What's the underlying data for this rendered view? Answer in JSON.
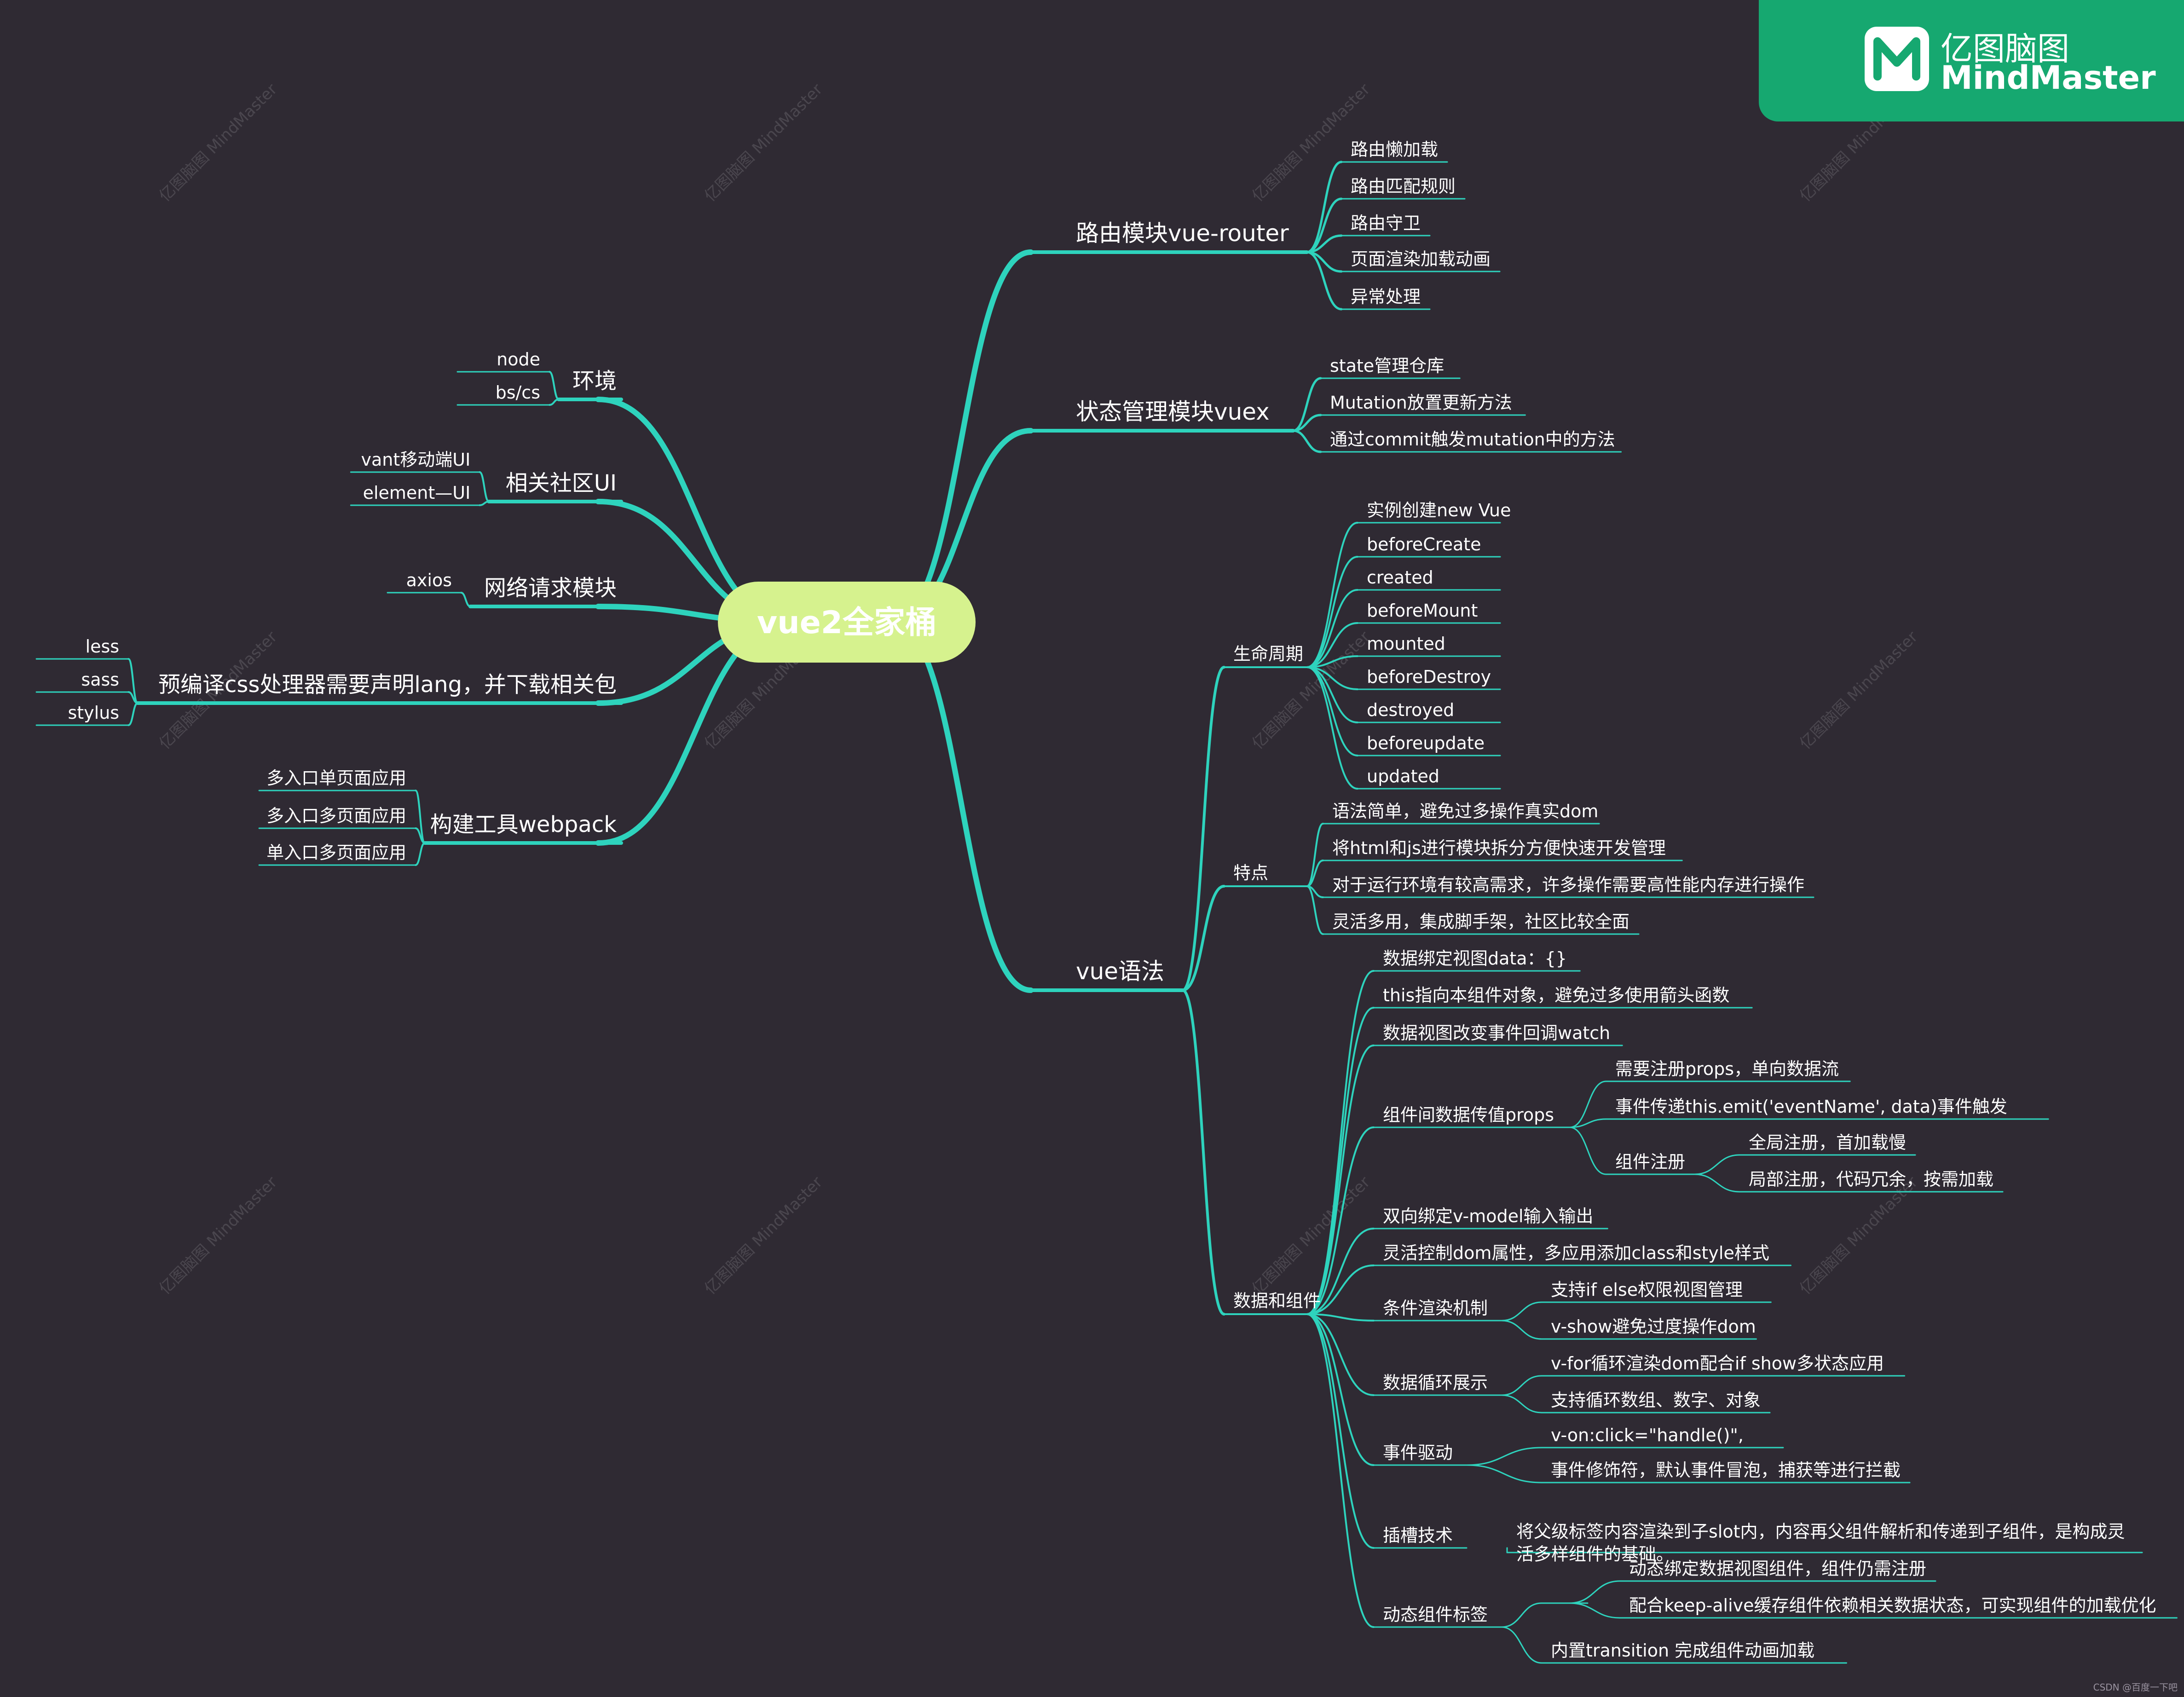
{
  "brand": {
    "title": "亿图脑图",
    "subtitle": "MindMaster",
    "color": "#16a870"
  },
  "watermark": "亿图脑图 MindMaster",
  "credit": "CSDN @百度一下吧",
  "colors": {
    "background": "#2f2a33",
    "branch": "#2ed3bd",
    "root_fill": "#d6f28e",
    "root_text": "#1e1b22",
    "text": "#ffffff"
  },
  "mindmap": {
    "root": "vue2全家桶",
    "right": [
      {
        "label": "路由模块vue-router",
        "children": [
          {
            "label": "路由懒加载"
          },
          {
            "label": "路由匹配规则"
          },
          {
            "label": "路由守卫"
          },
          {
            "label": "页面渲染加载动画"
          },
          {
            "label": "异常处理"
          }
        ]
      },
      {
        "label": "状态管理模块vuex",
        "children": [
          {
            "label": "state管理仓库"
          },
          {
            "label": "Mutation放置更新方法"
          },
          {
            "label": "通过commit触发mutation中的方法"
          }
        ]
      },
      {
        "label": "vue语法",
        "children": [
          {
            "label": "生命周期",
            "children": [
              {
                "label": "实例创建new Vue"
              },
              {
                "label": "beforeCreate"
              },
              {
                "label": "created"
              },
              {
                "label": "beforeMount"
              },
              {
                "label": "mounted"
              },
              {
                "label": "beforeDestroy"
              },
              {
                "label": "destroyed"
              },
              {
                "label": "beforeupdate"
              },
              {
                "label": "updated"
              }
            ]
          },
          {
            "label": "特点",
            "children": [
              {
                "label": "语法简单，避免过多操作真实dom"
              },
              {
                "label": "将html和js进行模块拆分方便快速开发管理"
              },
              {
                "label": "对于运行环境有较高需求，许多操作需要高性能内存进行操作"
              },
              {
                "label": "灵活多用，集成脚手架，社区比较全面"
              }
            ]
          },
          {
            "label": "数据和组件",
            "children": [
              {
                "label": "数据绑定视图data：{}"
              },
              {
                "label": "this指向本组件对象，避免过多使用箭头函数"
              },
              {
                "label": "数据视图改变事件回调watch"
              },
              {
                "label": "组件间数据传值props",
                "children": [
                  {
                    "label": "需要注册props，单向数据流"
                  },
                  {
                    "label": "事件传递this.emit('eventName', data)事件触发"
                  },
                  {
                    "label": "组件注册",
                    "children": [
                      {
                        "label": "全局注册，首加载慢"
                      },
                      {
                        "label": "局部注册，代码冗余，按需加载"
                      }
                    ]
                  }
                ]
              },
              {
                "label": "双向绑定v-model输入输出"
              },
              {
                "label": "灵活控制dom属性，多应用添加class和style样式"
              },
              {
                "label": "条件渲染机制",
                "children": [
                  {
                    "label": "支持if else权限视图管理"
                  },
                  {
                    "label": "v-show避免过度操作dom"
                  }
                ]
              },
              {
                "label": "数据循环展示",
                "children": [
                  {
                    "label": "v-for循环渲染dom配合if show多状态应用"
                  },
                  {
                    "label": "支持循环数组、数字、对象"
                  }
                ]
              },
              {
                "label": "事件驱动",
                "children": [
                  {
                    "label": "v-on:click=\"handle()\","
                  },
                  {
                    "label": "事件修饰符，默认事件冒泡，捕获等进行拦截"
                  }
                ]
              },
              {
                "label": "插槽技术",
                "children": [
                  {
                    "label": "将父级标签内容渲染到子slot内，内容再父组件解析和传递到子组件，是构成灵\n活多样组件的基础。"
                  }
                ]
              },
              {
                "label": "动态组件标签",
                "children": [
                  {
                    "label": "",
                    "children": [
                      {
                        "label": "动态绑定数据视图组件，组件仍需注册"
                      },
                      {
                        "label": "配合keep-alive缓存组件依赖相关数据状态，可实现组件的加载优化"
                      }
                    ]
                  },
                  {
                    "label": "内置transition 完成组件动画加载"
                  }
                ]
              }
            ]
          }
        ]
      }
    ],
    "left": [
      {
        "label": "环境",
        "children": [
          {
            "label": "node"
          },
          {
            "label": "bs/cs"
          }
        ]
      },
      {
        "label": "相关社区UI",
        "children": [
          {
            "label": "vant移动端UI"
          },
          {
            "label": "element—UI"
          }
        ]
      },
      {
        "label": "网络请求模块",
        "children": [
          {
            "label": "axios"
          }
        ]
      },
      {
        "label": "预编译css处理器需要声明lang，并下载相关包",
        "children": [
          {
            "label": "less"
          },
          {
            "label": "sass"
          },
          {
            "label": "stylus"
          }
        ]
      },
      {
        "label": "构建工具webpack",
        "children": [
          {
            "label": "多入口单页面应用"
          },
          {
            "label": "多入口多页面应用"
          },
          {
            "label": "单入口多页面应用"
          }
        ]
      }
    ]
  }
}
